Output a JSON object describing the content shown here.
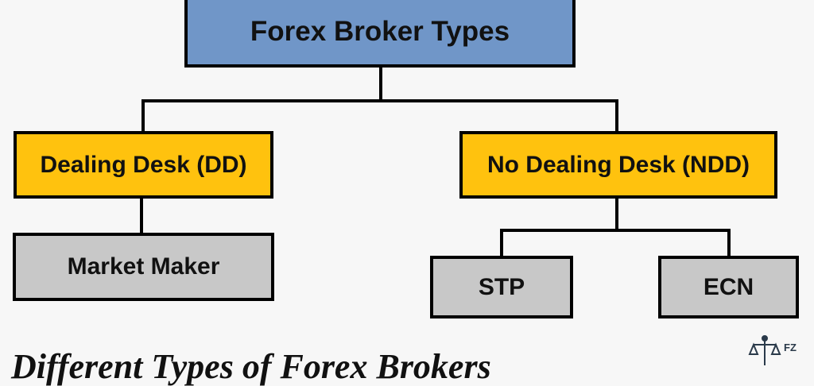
{
  "diagram": {
    "root": {
      "label": "Forex Broker Types",
      "color": "#7096c8"
    },
    "branches": [
      {
        "label": "Dealing Desk (DD)",
        "color": "#ffc20e",
        "children": [
          {
            "label": "Market Maker",
            "color": "#c8c8c8"
          }
        ]
      },
      {
        "label": "No Dealing Desk (NDD)",
        "color": "#ffc20e",
        "children": [
          {
            "label": "STP",
            "color": "#c8c8c8"
          },
          {
            "label": "ECN",
            "color": "#c8c8c8"
          }
        ]
      }
    ]
  },
  "caption": "Different Types of Forex Brokers",
  "logo": {
    "icon": "scales-of-justice-icon",
    "text": "FZ"
  }
}
